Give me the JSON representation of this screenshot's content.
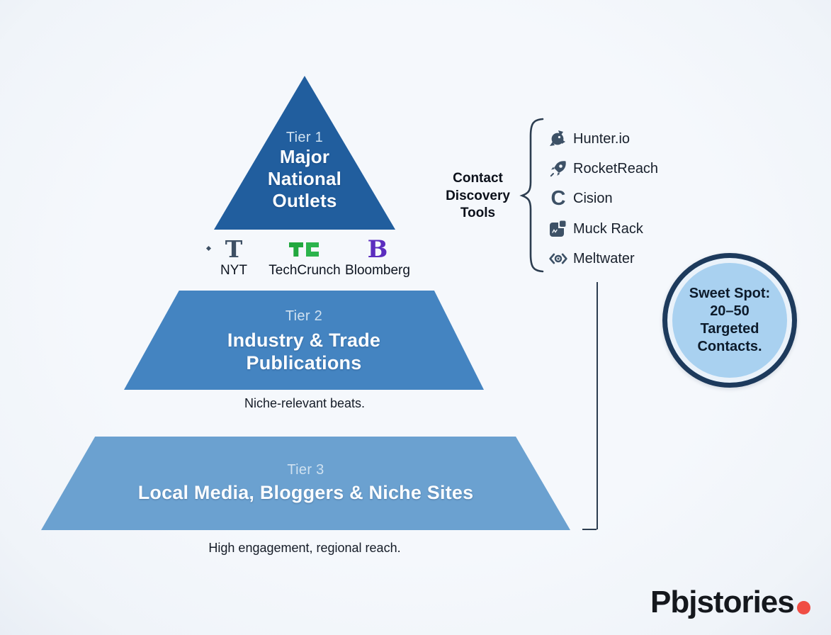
{
  "pyramid": {
    "tier1": {
      "label": "Tier 1",
      "line1": "Major",
      "line2": "National",
      "line3": "Outlets",
      "color": "#215e9e"
    },
    "tier2": {
      "label": "Tier 2",
      "line1": "Industry & Trade",
      "line2": "Publications",
      "color": "#4484c1",
      "caption": "Niche-relevant beats."
    },
    "tier3": {
      "label": "Tier 3",
      "line1": "Local Media, Bloggers & Niche Sites",
      "color": "#6ba1d0",
      "caption": "High engagement, regional reach."
    }
  },
  "logos": {
    "nyt": {
      "glyph": "T",
      "label": "NYT",
      "color": "#3e5064"
    },
    "techcrunch": {
      "label": "TechCrunch",
      "color": "#22a83e"
    },
    "bloomberg": {
      "glyph": "B",
      "label": "Bloomberg",
      "color": "#5b2dbf"
    }
  },
  "tools": {
    "title_line1": "Contact",
    "title_line2": "Discovery",
    "title_line3": "Tools",
    "icon_color": "#3d5166",
    "items": [
      {
        "icon": "hunter-boar-icon",
        "label": "Hunter.io"
      },
      {
        "icon": "rocket-icon",
        "label": "RocketReach"
      },
      {
        "icon": "letter-c-icon",
        "label": "Cision",
        "glyph": "C"
      },
      {
        "icon": "muckrack-square-icon",
        "label": "Muck Rack"
      },
      {
        "icon": "meltwater-eye-icon",
        "label": "Meltwater"
      }
    ]
  },
  "sweet_spot": {
    "line1": "Sweet Spot:",
    "line2": "20–50",
    "line3": "Targeted",
    "line4": "Contacts.",
    "fill": "#a9d1f0",
    "ring": "#1d3a5c"
  },
  "brand": {
    "name": "Pbjstories",
    "dot_color": "#f04d44"
  }
}
